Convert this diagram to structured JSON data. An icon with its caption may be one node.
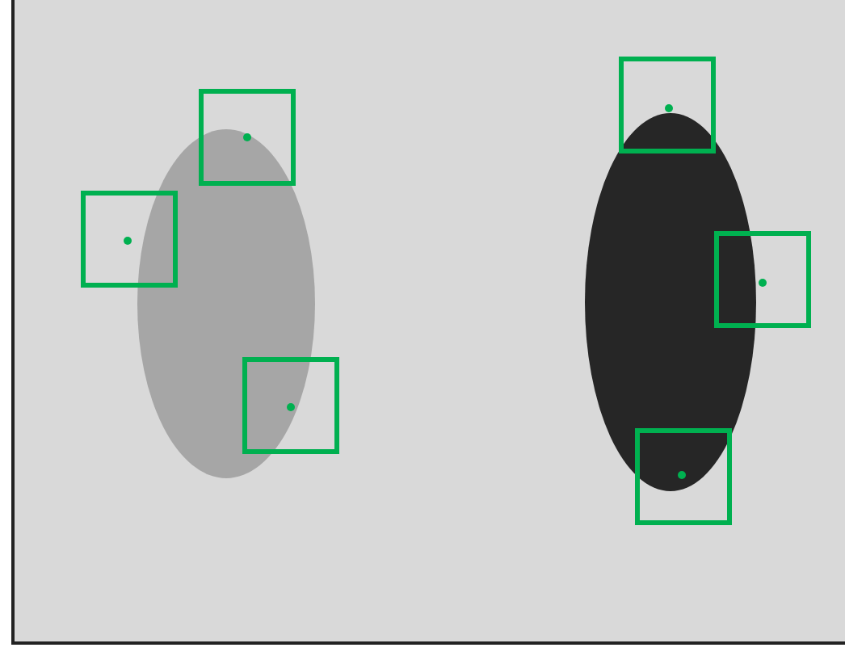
{
  "diagram": {
    "nodes": [
      {
        "text": [],
        "shape": "ellipse"
      },
      {
        "text": [],
        "shape": "ellipse"
      },
      {
        "text": [],
        "shape": "box"
      },
      {
        "text": [],
        "shape": "box"
      },
      {
        "text": [],
        "shape": "box"
      },
      {
        "text": [],
        "shape": "box"
      },
      {
        "text": [],
        "shape": "box"
      },
      {
        "text": [],
        "shape": "box"
      }
    ]
  }
}
